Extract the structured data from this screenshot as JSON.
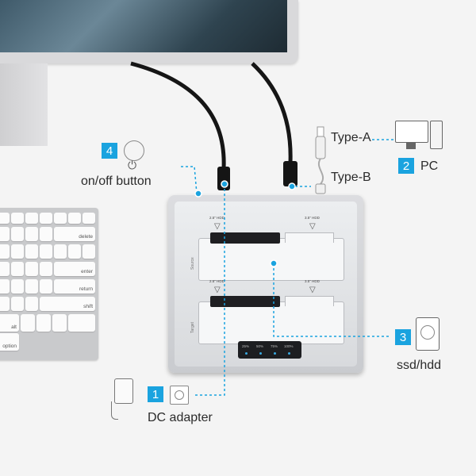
{
  "keyboard": {
    "keys": [
      "delete",
      "return",
      "enter",
      "shift",
      "alt",
      "option"
    ]
  },
  "dock": {
    "bay_labels": {
      "source_left": "2.5\" HDD",
      "source_right": "3.5\" HDD",
      "target_left": "2.5\" HDD",
      "target_right": "3.5\" HDD"
    },
    "side_labels": {
      "source": "Source",
      "target": "Target"
    },
    "progress_labels": [
      "25%",
      "50%",
      "75%",
      "100%"
    ]
  },
  "callouts": {
    "dc_adapter": {
      "number": "1",
      "label": "DC adapter"
    },
    "pc": {
      "number": "2",
      "label": "PC"
    },
    "ssd_hdd": {
      "number": "3",
      "label": "ssd/hdd"
    },
    "power_button": {
      "number": "4",
      "label": "on/off  button"
    },
    "type_a": "Type-A",
    "type_b": "Type-B"
  },
  "colors": {
    "accent": "#1aa3df",
    "cable": "#151515"
  }
}
